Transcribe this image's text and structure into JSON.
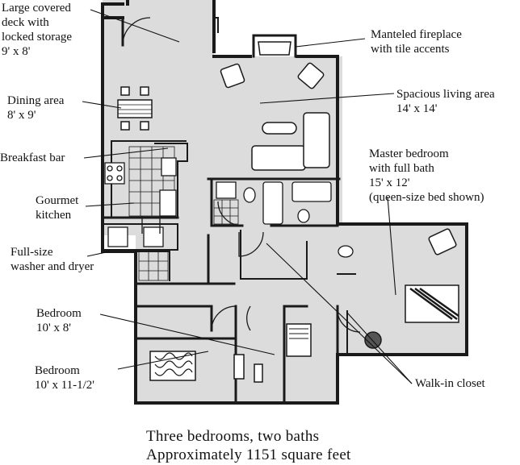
{
  "labels": {
    "deck": [
      "Large covered",
      "deck with",
      "locked storage",
      "9' x 8'"
    ],
    "fireplace": [
      "Manteled fireplace",
      "with tile accents"
    ],
    "dining": [
      "Dining area",
      "8' x 9'"
    ],
    "living": [
      "Spacious living area",
      "14' x 14'"
    ],
    "breakfast": [
      "Breakfast bar"
    ],
    "master": [
      "Master bedroom",
      "with full bath",
      "15' x 12'",
      "(queen-size bed shown)"
    ],
    "kitchen": [
      "Gourmet",
      "kitchen"
    ],
    "laundry": [
      "Full-size",
      "washer and dryer"
    ],
    "bedroom1": [
      "Bedroom",
      "10' x 8'"
    ],
    "bedroom2": [
      "Bedroom",
      "10' x 11-1/2'"
    ],
    "closet": [
      "Walk-in closet"
    ]
  },
  "caption": {
    "line1": "Three bedrooms, two baths",
    "line2": "Approximately 1151 square feet"
  },
  "colors": {
    "floor": "#dcdcdc",
    "wall": "#1a1a1a",
    "background": "#ffffff"
  }
}
